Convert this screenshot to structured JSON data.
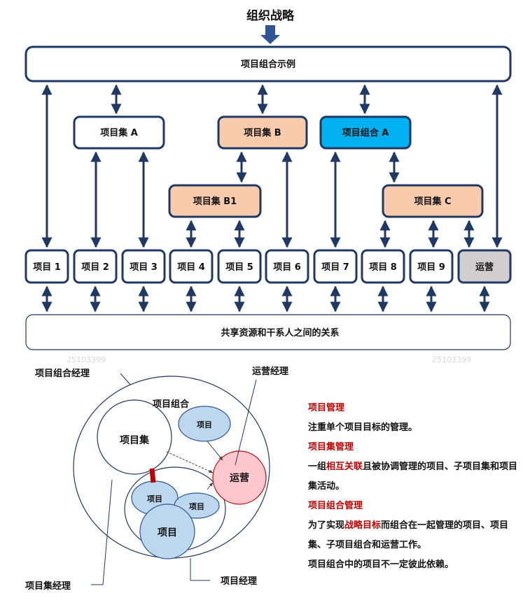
{
  "top": {
    "title": "组织战略"
  },
  "portfolio_bar": {
    "label": "项目组合示例"
  },
  "shared_bar": {
    "label": "共享资源和干系人之间的关系"
  },
  "colors": {
    "navy": "#1f3864",
    "peach": "#f8cbad",
    "blue": "#00b0f0",
    "gray": "#d0cece",
    "circle_fill": "#bdd7ee",
    "pink": "#ffc7ce",
    "red": "#c00000"
  },
  "boxes": {
    "program_a": "项目集 A",
    "program_b": "项目集 B",
    "portfolio_a": "项目组合 A",
    "program_b1": "项目集 B1",
    "program_c": "项目集 C"
  },
  "projects": [
    "项目 1",
    "项目 2",
    "项目 3",
    "项目 4",
    "项目 5",
    "项目 6",
    "项目 7",
    "项目 8",
    "项目 9",
    "运营"
  ],
  "venn": {
    "portfolio_manager": "项目组合经理",
    "portfolio": "项目组合",
    "operations_manager": "运营经理",
    "program": "项目集",
    "project_small": "项目",
    "operations": "运营",
    "project_a": "项目",
    "project_b": "项目",
    "project_big": "项目",
    "program_manager": "项目集经理",
    "project_manager": "项目经理"
  },
  "desc": {
    "h1": "项目管理",
    "p1": "注重单个项目目标的管理。",
    "h2": "项目集管理",
    "p2_a": "一组",
    "p2_red": "相互关联",
    "p2_b": "且被协调管理的项目、子项目集和项目集活动。",
    "h3": "项目组合管理",
    "p3_a": "为了实现",
    "p3_red": "战略目标",
    "p3_b": "而组合在一起管理的项目、项目集、子项目组合和运营工作。",
    "p4": "项目组合中的项目不一定彼此依赖。"
  },
  "watermarks": [
    "25103399",
    "25103399"
  ]
}
